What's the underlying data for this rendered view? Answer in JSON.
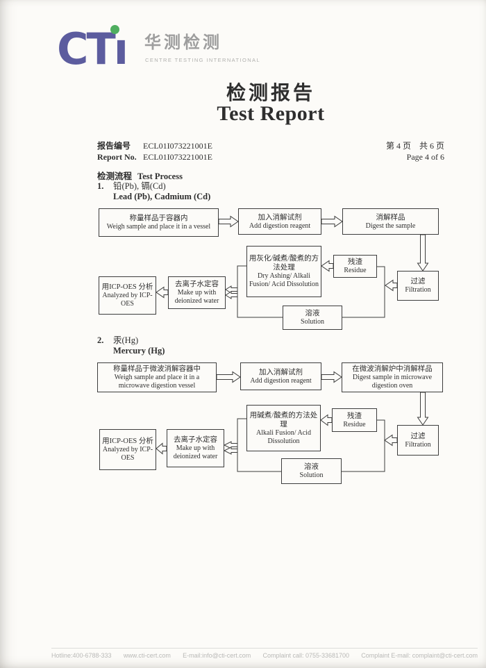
{
  "colors": {
    "brand_blue": "#5c5c9e",
    "brand_green": "#4fae5f",
    "logo_gray": "#9e9e9e",
    "footer_gray": "#b8b8b6",
    "ink": "#2e2e2e"
  },
  "logo": {
    "letters": "CTı",
    "name_zh": "华测检测",
    "name_en": "CENTRE TESTING INTERNATIONAL"
  },
  "title": {
    "zh": "检测报告",
    "en": "Test Report"
  },
  "meta": {
    "report_no_label_zh": "报告编号",
    "report_no_label_en": "Report No.",
    "report_no_value": "ECL01I073221001E",
    "page_zh": "第 4 页　共 6 页",
    "page_en": "Page 4 of 6"
  },
  "process_heading": {
    "zh": "检测流程",
    "en": "Test Process"
  },
  "flow1": {
    "num": "1.",
    "title_zh": "铅(Pb), 镉(Cd)",
    "title_en": "Lead (Pb), Cadmium (Cd)",
    "boxes": {
      "weigh": {
        "zh": "称量样品于容器内",
        "en": "Weigh sample and place it in a vessel"
      },
      "reagent": {
        "zh": "加入消解试剂",
        "en": "Add digestion reagent"
      },
      "digest": {
        "zh": "消解样品",
        "en": "Digest the sample"
      },
      "filtration": {
        "zh": "过滤",
        "en": "Filtration"
      },
      "residue": {
        "zh": "残渣",
        "en": "Residue"
      },
      "treat": {
        "zh": "用灰化/碱煮/酸煮的方法处理",
        "en": "Dry Ashing/ Alkali Fusion/ Acid Dissolution"
      },
      "solution": {
        "zh": "溶液",
        "en": "Solution"
      },
      "makeup": {
        "zh": "去离子水定容",
        "en": "Make up with deionized water"
      },
      "analyze": {
        "zh": "用ICP-OES 分析",
        "en": "Analyzed by ICP-OES"
      }
    }
  },
  "flow2": {
    "num": "2.",
    "title_zh": "汞(Hg)",
    "title_en": "Mercury (Hg)",
    "boxes": {
      "weigh": {
        "zh": "称量样品于微波消解容器中",
        "en": "Weigh sample and place it in a microwave digestion vessel"
      },
      "reagent": {
        "zh": "加入消解试剂",
        "en": "Add digestion reagent"
      },
      "digest": {
        "zh": "在微波消解炉中消解样品",
        "en": "Digest sample in microwave digestion oven"
      },
      "filtration": {
        "zh": "过滤",
        "en": "Filtration"
      },
      "residue": {
        "zh": "残渣",
        "en": "Residue"
      },
      "treat": {
        "zh": "用碱煮/酸煮的方法处理",
        "en": "Alkali Fusion/ Acid Dissolution"
      },
      "solution": {
        "zh": "溶液",
        "en": "Solution"
      },
      "makeup": {
        "zh": "去离子水定容",
        "en": "Make up with deionized water"
      },
      "analyze": {
        "zh": "用ICP-OES 分析",
        "en": "Analyzed by ICP-OES"
      }
    }
  },
  "footer": {
    "hotline": "Hotline:400-6788-333",
    "website": "www.cti-cert.com",
    "email": "E-mail:info@cti-cert.com",
    "complaint_call": "Complaint call: 0755-33681700",
    "complaint_email": "Complaint E-mail: complaint@cti-cert.com"
  }
}
